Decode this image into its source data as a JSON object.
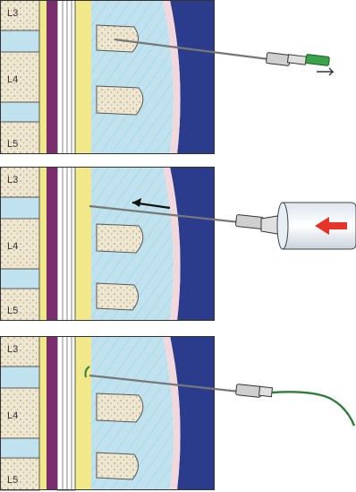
{
  "panels": [
    {
      "id": "panel-1",
      "step": "needle-insertion",
      "vertebra_labels": [
        "L3",
        "L4",
        "L5"
      ]
    },
    {
      "id": "panel-2",
      "step": "syringe-loss-of-resistance",
      "vertebra_labels": [
        "L3",
        "L4",
        "L5"
      ]
    },
    {
      "id": "panel-3",
      "step": "catheter-placement",
      "vertebra_labels": [
        "L3",
        "L4",
        "L5"
      ]
    }
  ],
  "colors": {
    "skin_blue": "#2b3c8c",
    "skin_pink": "#f2d8dc",
    "ligament_blue": "#bfe2ee",
    "bone_beige": "#efe6cf",
    "dura_yellow": "#f1e88a",
    "cord_purple": "#7a2e6e",
    "syringe_arrow_red": "#e8332a",
    "catheter_green": "#2f7d3a",
    "hub_green": "#3aa24a"
  },
  "icons": [
    "needle-icon",
    "syringe-icon",
    "arrow-left-icon",
    "catheter-icon"
  ]
}
